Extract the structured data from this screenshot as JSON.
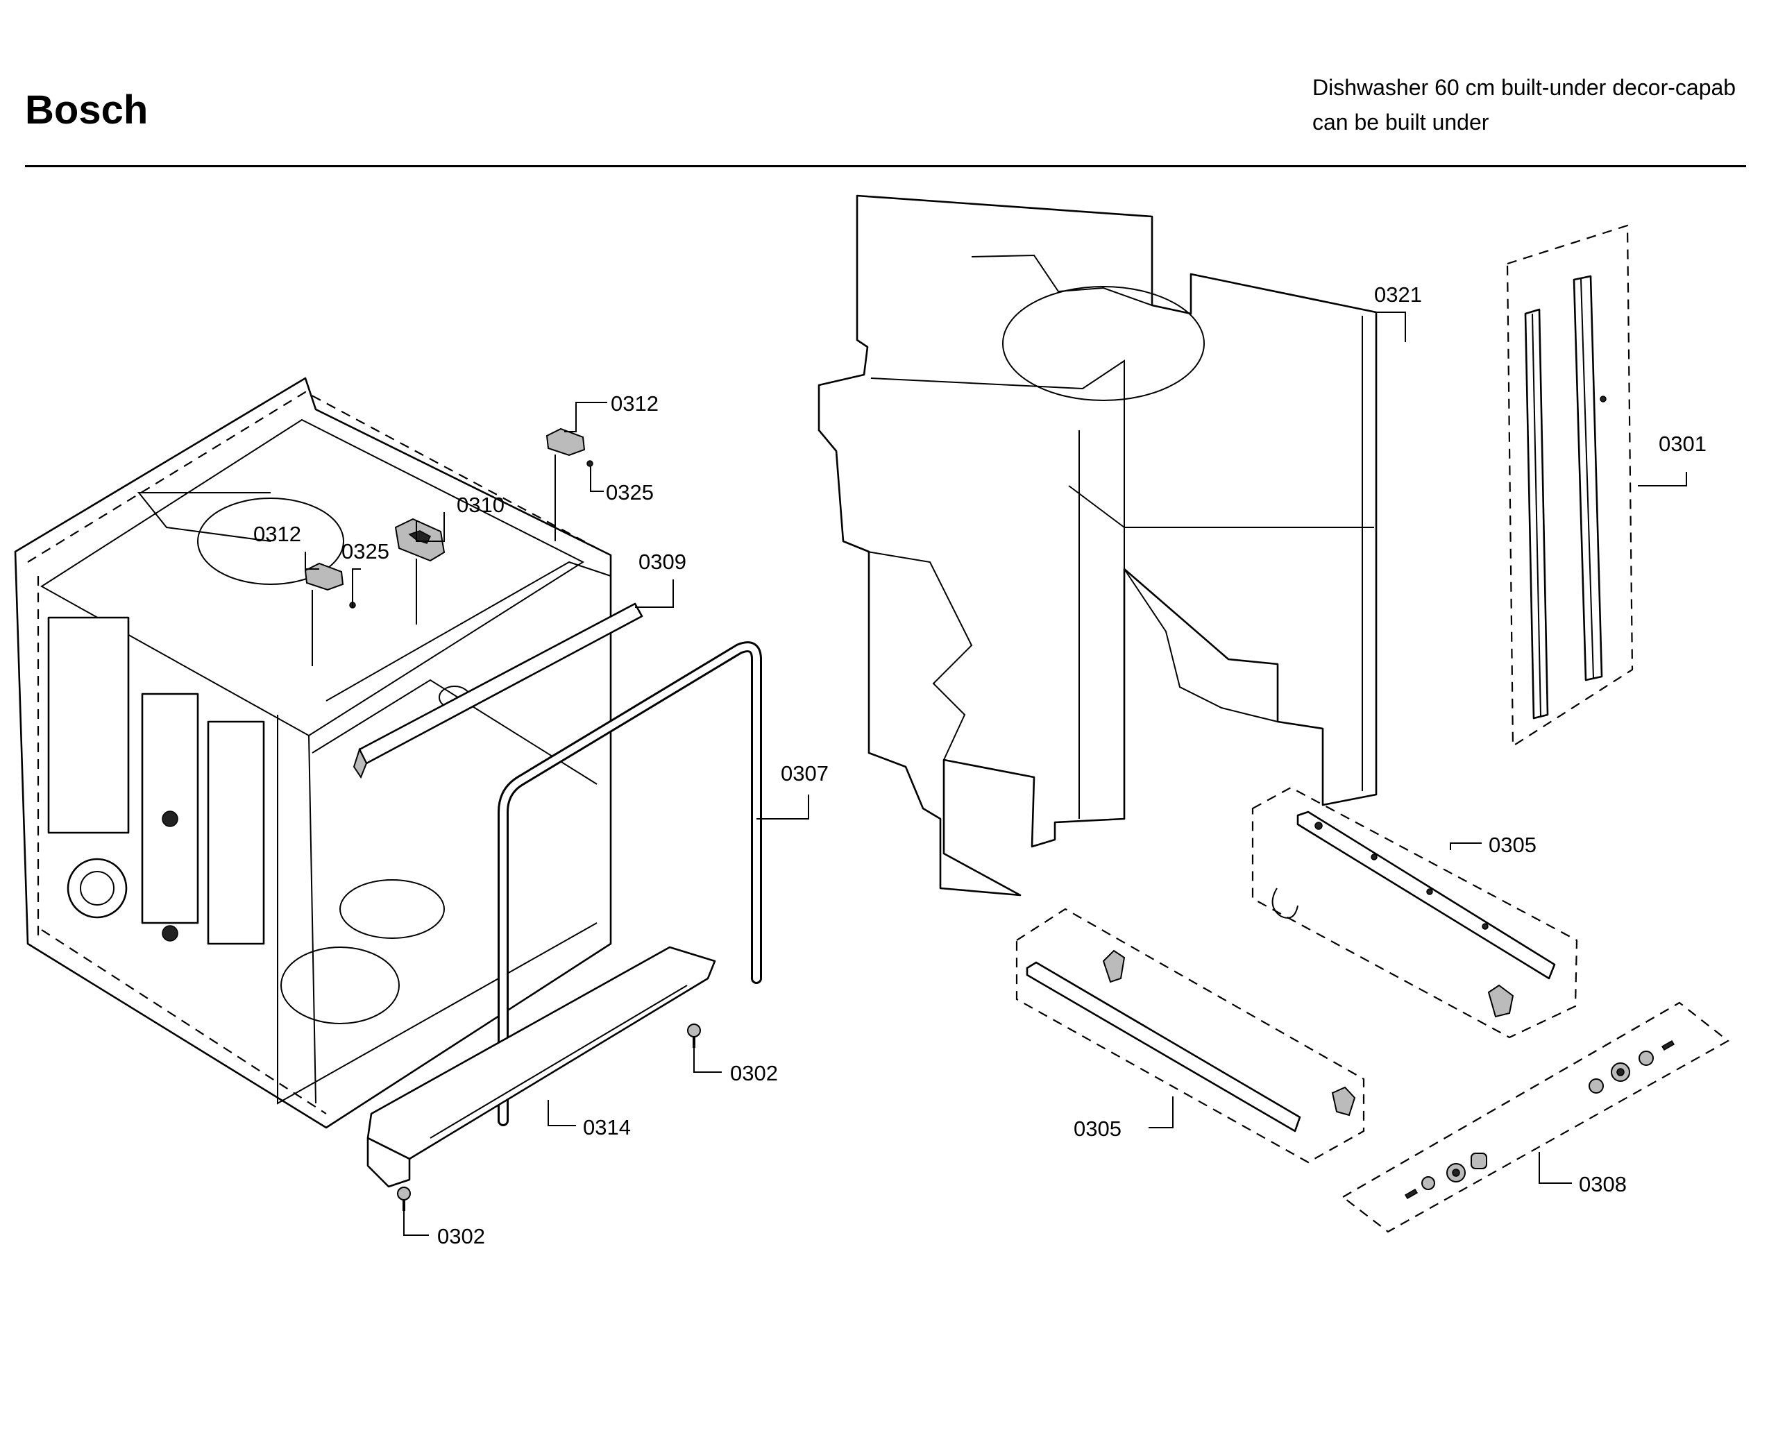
{
  "header": {
    "brand": "Bosch",
    "description_line1": "Dishwasher 60 cm built-under decor-capab",
    "description_line2": "can be built under"
  },
  "callouts": [
    {
      "id": "c-0321",
      "label": "0321"
    },
    {
      "id": "c-0301",
      "label": "0301"
    },
    {
      "id": "c-0312-a",
      "label": "0312"
    },
    {
      "id": "c-0325-a",
      "label": "0325"
    },
    {
      "id": "c-0310",
      "label": "0310"
    },
    {
      "id": "c-0312-b",
      "label": "0312"
    },
    {
      "id": "c-0325-b",
      "label": "0325"
    },
    {
      "id": "c-0309",
      "label": "0309"
    },
    {
      "id": "c-0307",
      "label": "0307"
    },
    {
      "id": "c-0305-a",
      "label": "0305"
    },
    {
      "id": "c-0305-b",
      "label": "0305"
    },
    {
      "id": "c-0302-a",
      "label": "0302"
    },
    {
      "id": "c-0314",
      "label": "0314"
    },
    {
      "id": "c-0302-b",
      "label": "0302"
    },
    {
      "id": "c-0308",
      "label": "0308"
    }
  ]
}
